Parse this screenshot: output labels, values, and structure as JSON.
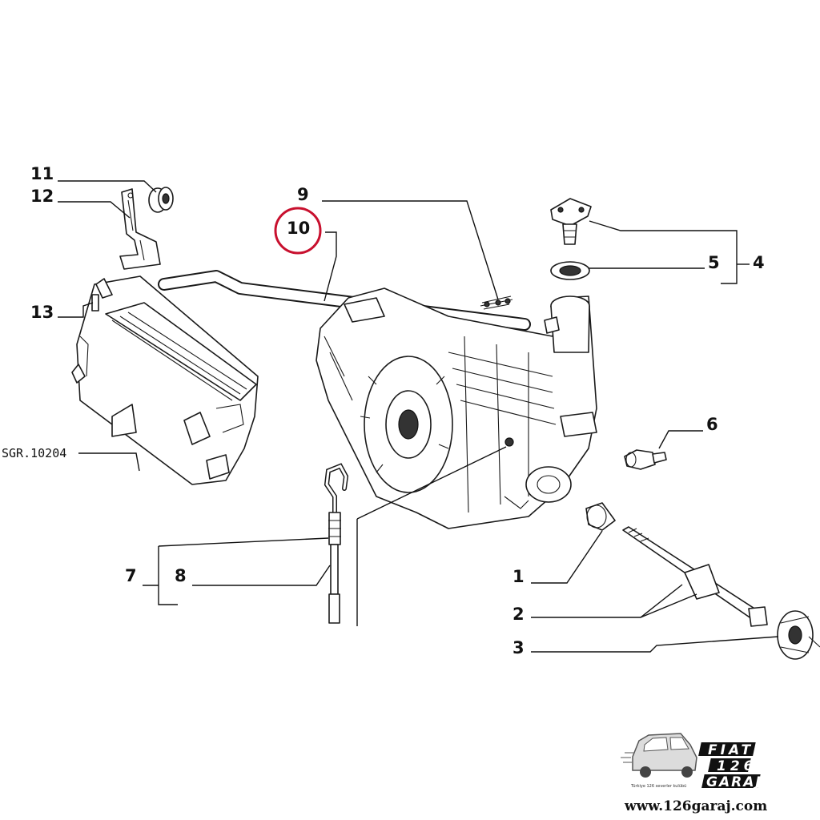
{
  "callouts": {
    "c1": "1",
    "c2": "2",
    "c3": "3",
    "c4": "4",
    "c5": "5",
    "c6": "6",
    "c7": "7",
    "c8": "8",
    "c9": "9",
    "c10": "10",
    "c11": "11",
    "c12": "12",
    "c13": "13"
  },
  "highlighted_callout": "10",
  "reference": "SGR.10204",
  "logo": {
    "line1": "FIAT",
    "line2": "126",
    "line3": "GARAJ",
    "tagline": "Türkiye 126 severler kulübü",
    "url": "www.126garaj.com"
  },
  "colors": {
    "highlight_ring": "#c8102e",
    "line_art": "#111111",
    "background": "#ffffff"
  }
}
